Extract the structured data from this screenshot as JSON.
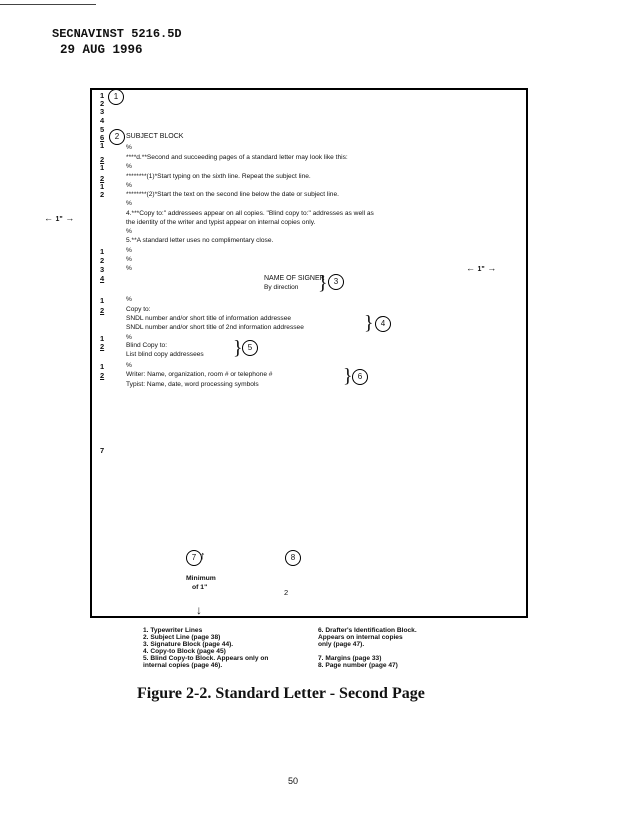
{
  "header": {
    "directive": "SECNAVINST 5216.5D",
    "date": "29 AUG 1996"
  },
  "line_numbers": {
    "top": [
      "1",
      "2",
      "3",
      "4",
      "5",
      "6",
      "1",
      "2",
      "1",
      "2",
      "1",
      "2"
    ],
    "mid": [
      "1",
      "2",
      "3",
      "4"
    ],
    "copy": [
      "1",
      "2"
    ],
    "blind": [
      "1",
      "2"
    ],
    "drafter": [
      "1",
      "2"
    ],
    "lower": "7"
  },
  "letter": {
    "subject_label": "SUBJECT BLOCK",
    "pct": "%",
    "l1": "****d.**Second and succeeding pages of a standard letter may look like this:",
    "l2": "********(1)*Start typing on the sixth line.  Repeat the subject line.",
    "l3": "********(2)*Start the text on the second line below the date or subject line.",
    "l4a": "4.***Copy to:\" addressees appear on all copies.  \"Blind copy to:\" addresses as well as",
    "l4b": "the identity of the writer and typist appear on internal copies only.",
    "l5": "5.**A standard letter uses no complimentary close.",
    "signer_name": "NAME OF SIGNER",
    "signer_sub": "By direction",
    "copy_to": "Copy to:",
    "copy1": "SNDL number and/or short title of information addressee",
    "copy2": "SNDL number and/or short title of 2nd information addressee",
    "blind_to": "Blind Copy to:",
    "blind1": "List blind copy addressees",
    "writer": "Writer:  Name, organization, room # or telephone #",
    "typist": "Typist:  Name, date, word processing symbols",
    "page_number": "2",
    "minimum": "Minimum",
    "of1": "of 1\"",
    "margin_left": "1\"",
    "margin_right": "1\""
  },
  "markers": [
    "1",
    "2",
    "3",
    "4",
    "5",
    "6",
    "7",
    "8"
  ],
  "legend": {
    "left": [
      "1.   Typewriter Lines",
      "2.   Subject Line (page 38)",
      "3.   Signature Block (page 44).",
      "4.   Copy-to Block (page 45)",
      "5.   Blind Copy-to Block.  Appears only on",
      "      internal copies (page 46)."
    ],
    "right": [
      "6.   Drafter's Identification Block.",
      "      Appears on internal copies",
      "      only (page 47).",
      "7.   Margins (page 33)",
      "8.   Page number (page 47)"
    ]
  },
  "caption": "Figure 2-2. Standard Letter - Second Page",
  "folio": "50"
}
